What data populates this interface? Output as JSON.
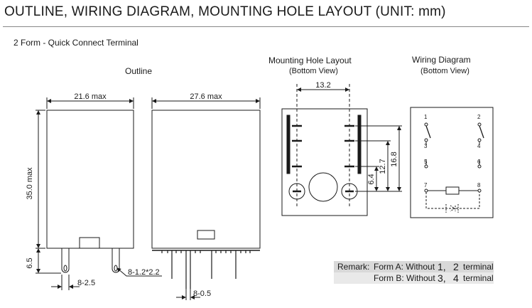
{
  "header": {
    "title": "OUTLINE, WIRING DIAGRAM, MOUNTING HOLE LAYOUT (UNIT: mm)",
    "subtitle": "2 Form  - Quick Connect  Terminal"
  },
  "outline": {
    "title": "Outline",
    "width_front": "21.6 max",
    "width_side": "27.6 max",
    "height": "35.0 max",
    "terminal_length": "6.5",
    "terminal_width": "8-2.5",
    "hole_spec": "8-1.2*2.2",
    "terminal_thickness": "8-0.5"
  },
  "mounting": {
    "title": "Mounting Hole Layout",
    "view": "(Bottom View)",
    "pitch_x": "13.2",
    "dim_a": "6.4",
    "dim_b": "12.7",
    "dim_c": "16.8"
  },
  "wiring": {
    "title": "Wiring Diagram",
    "view": "(Bottom View)",
    "pins": [
      "1",
      "2",
      "3",
      "4",
      "5",
      "6",
      "7",
      "8"
    ]
  },
  "remark": {
    "label": "Remark:",
    "line_a_prefix": "Form A: Without",
    "line_a_n1": "1,",
    "line_a_n2": "2",
    "line_a_suffix": "terminal",
    "line_b_prefix": "Form B: Without",
    "line_b_n1": "3,",
    "line_b_n2": "4",
    "line_b_suffix": "terminal"
  }
}
